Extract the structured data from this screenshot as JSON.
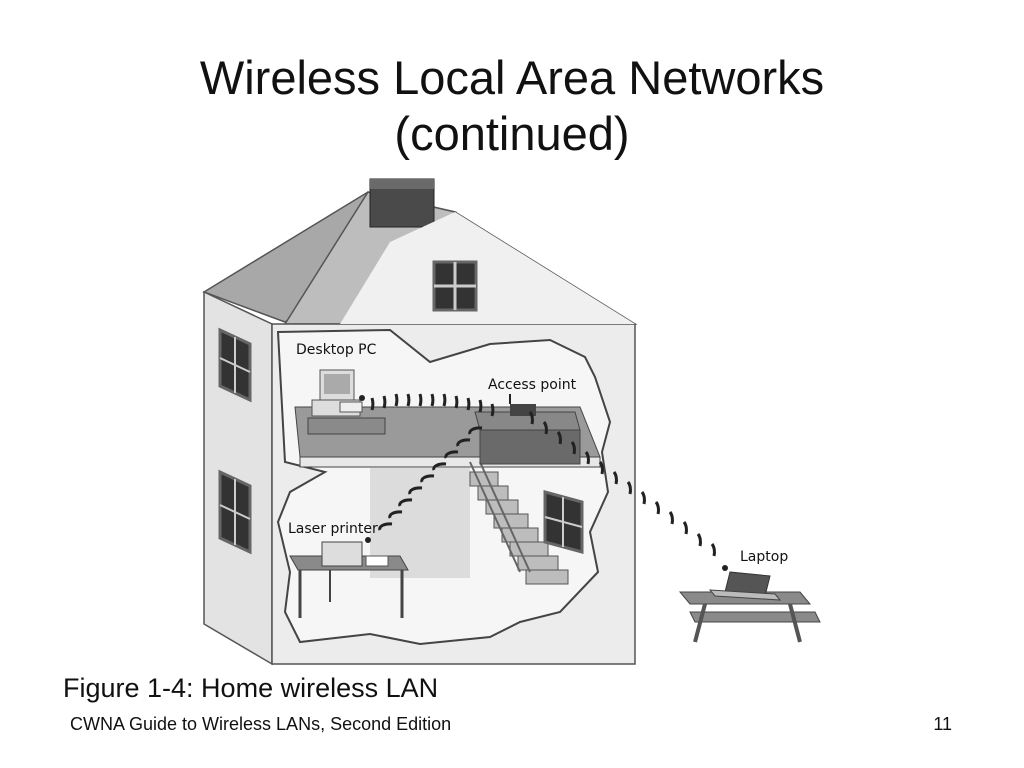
{
  "slide": {
    "title_line1": "Wireless Local Area Networks",
    "title_line2": "(continued)",
    "caption": "Figure 1-4: Home wireless LAN",
    "footer": "CWNA Guide to Wireless LANs, Second Edition",
    "page_number": "11"
  },
  "diagram": {
    "labels": {
      "desktop": "Desktop PC",
      "access_point": "Access point",
      "printer": "Laser printer",
      "laptop": "Laptop"
    }
  }
}
